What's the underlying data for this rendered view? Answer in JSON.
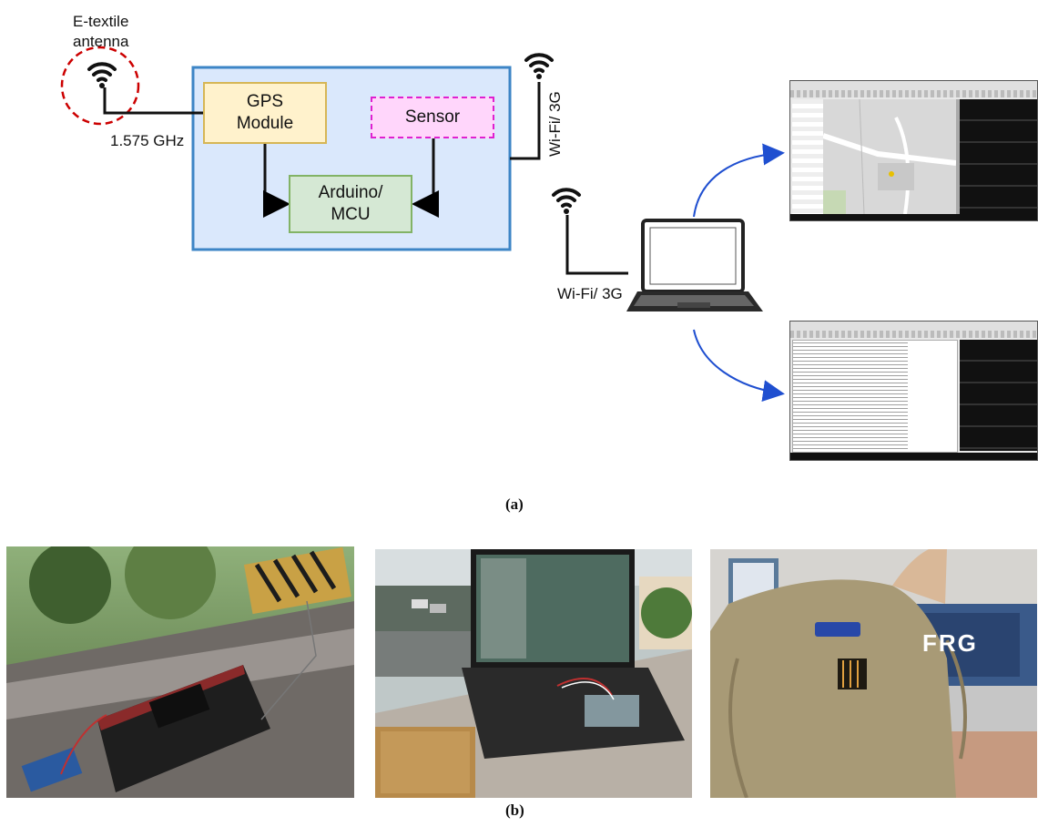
{
  "diagram_a": {
    "antenna_label": "E-textile\nantenna",
    "frequency": "1.575 GHz",
    "gps_module": "GPS\nModule",
    "sensor": "Sensor",
    "mcu": "Arduino/\nMCU",
    "wifi_vertical": "Wi-Fi/ 3G",
    "wifi_laptop": "Wi-Fi/ 3G",
    "caption": "(a)"
  },
  "photos_b": {
    "caption": "(b)",
    "badge_text": "FRG"
  },
  "colors": {
    "system_box_fill": "#dae8fc",
    "system_box_border": "#3d85c6",
    "gps_fill": "#fff2cc",
    "sensor_fill": "#ffd6fb",
    "mcu_fill": "#d5e8d4",
    "antenna_circle": "#cc0000",
    "arrow_blue": "#1f4fd0"
  },
  "icons": [
    "wifi-icon",
    "laptop-icon",
    "map-screenshot",
    "terminal-screenshot"
  ]
}
